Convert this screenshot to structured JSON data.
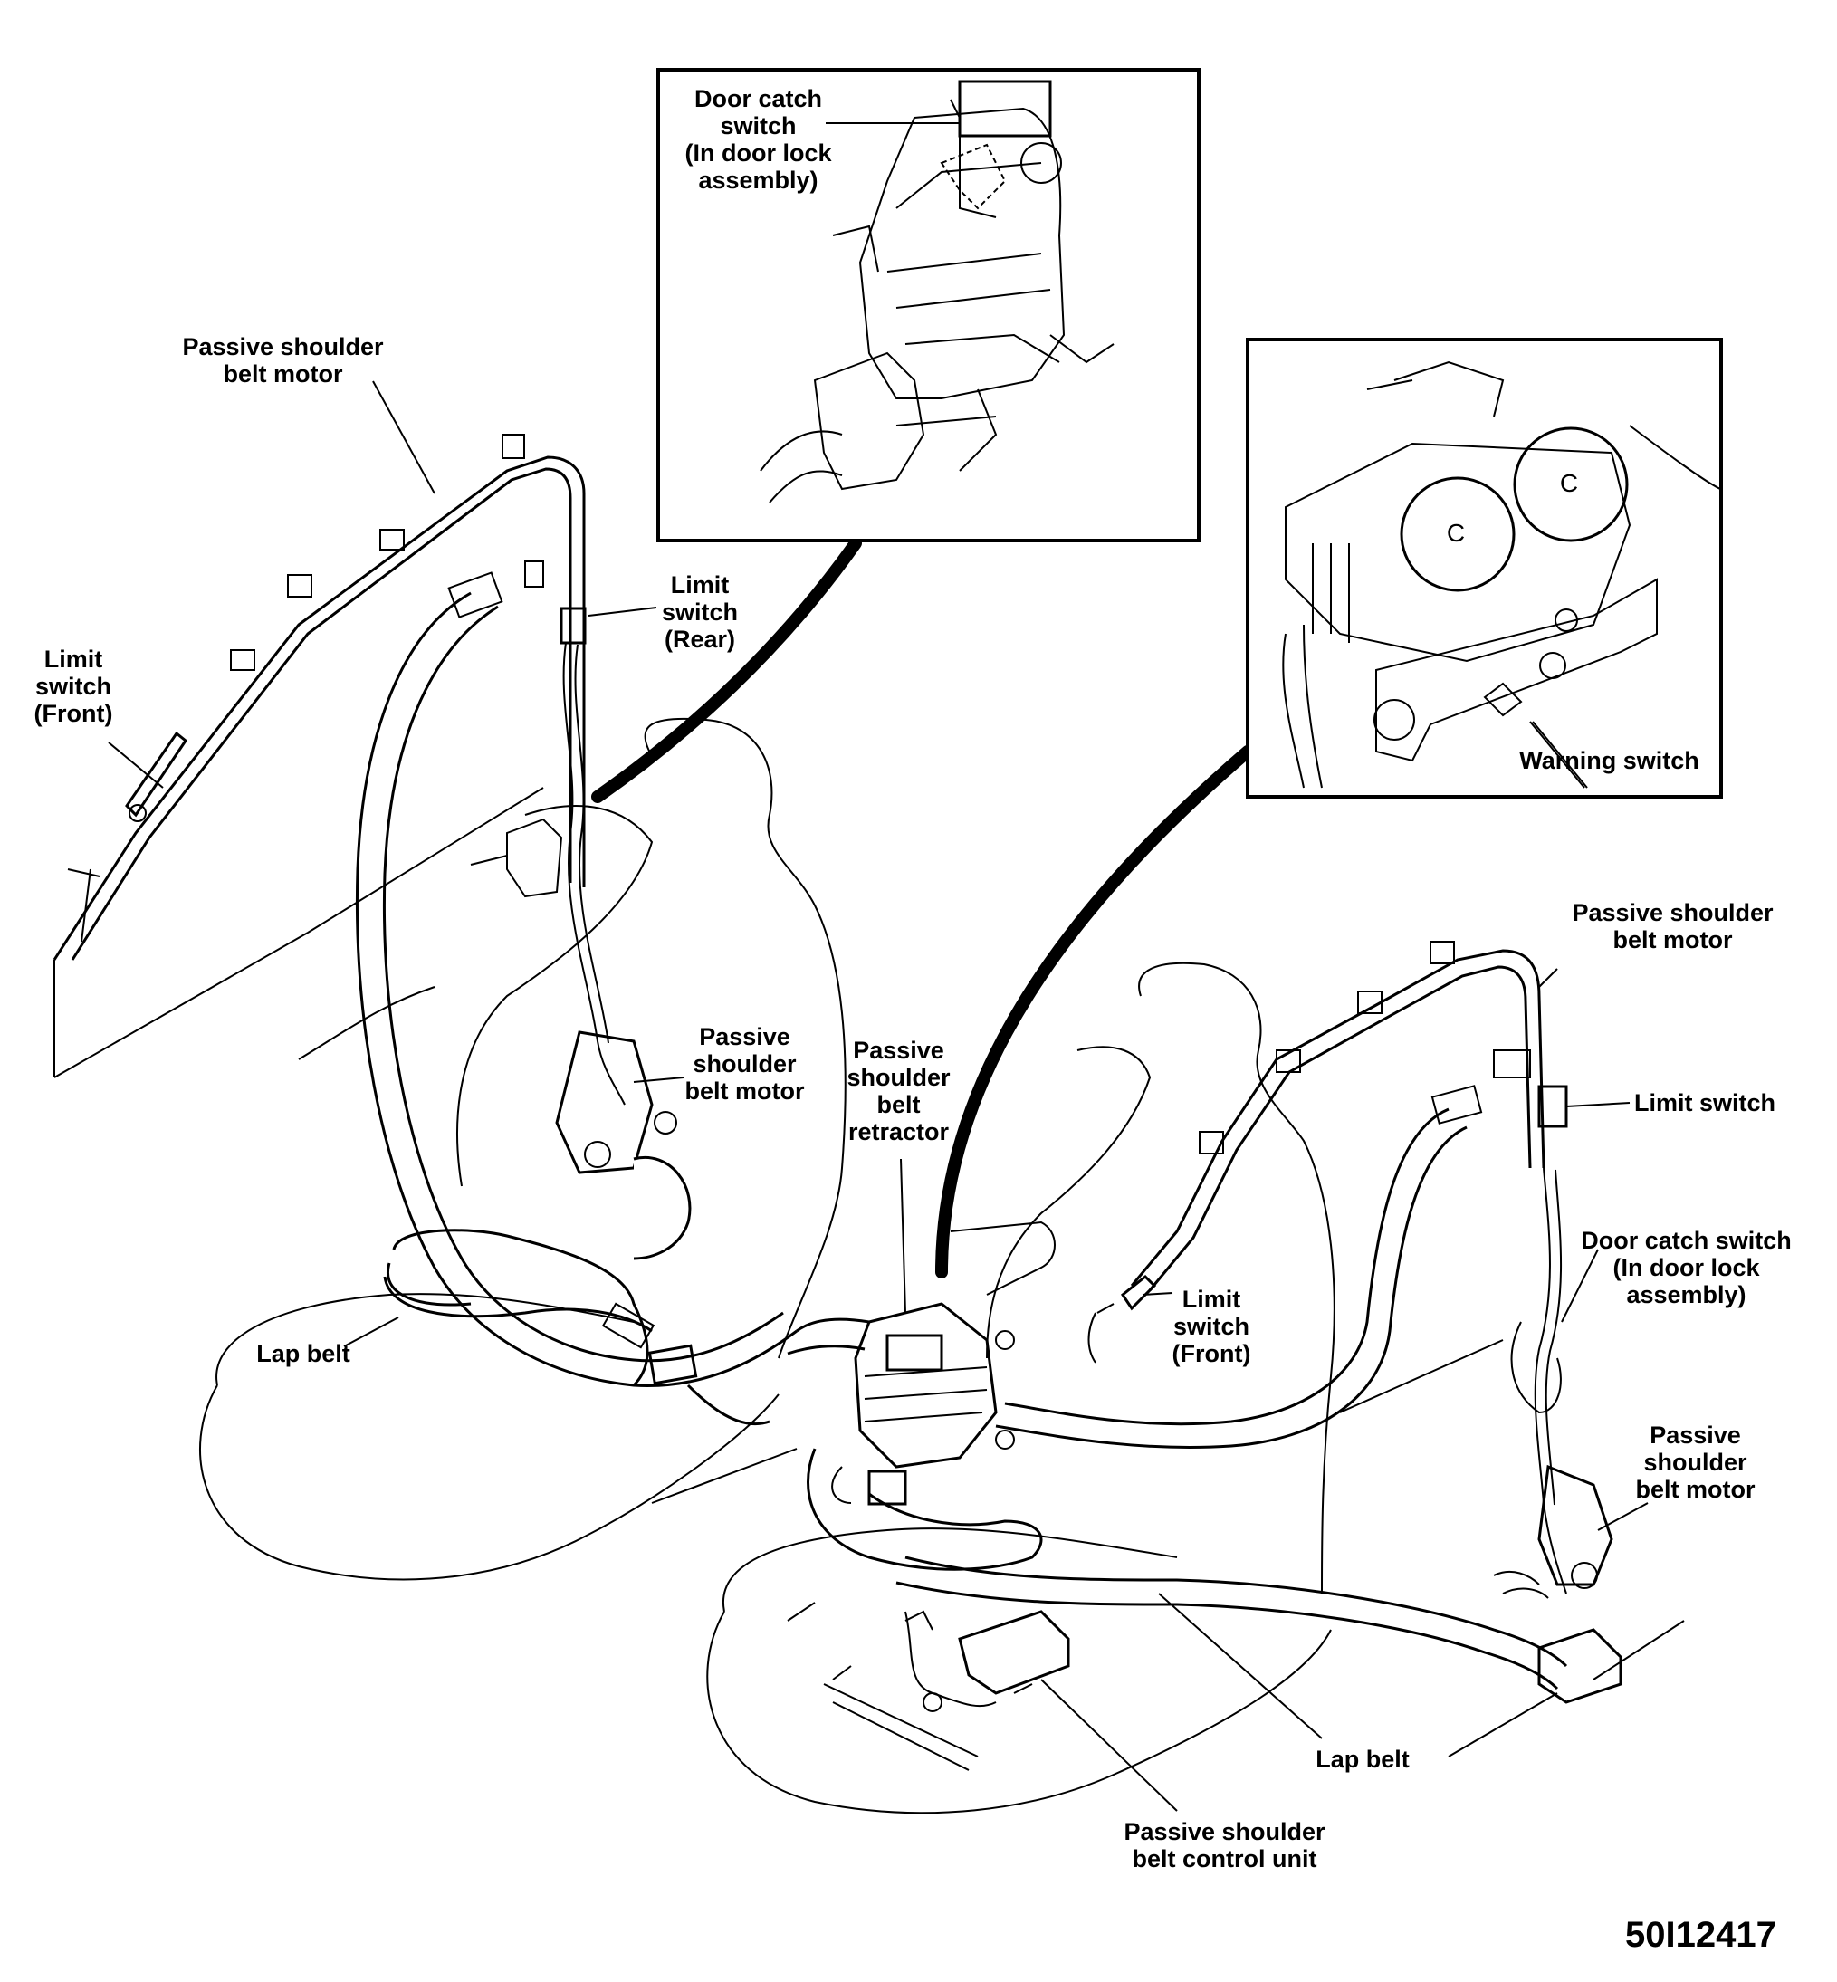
{
  "labels": {
    "door_catch_switch_inset": [
      "Door catch",
      "switch",
      "(In door lock",
      "assembly)"
    ],
    "motor_top_left": [
      "Passive shoulder",
      "belt motor"
    ],
    "limit_switch_rear": [
      "Limit",
      "switch",
      "(Rear)"
    ],
    "limit_switch_front_left": [
      "Limit",
      "switch",
      "(Front)"
    ],
    "warning_switch": [
      "Warning switch"
    ],
    "motor_right_top": [
      "Passive shoulder",
      "belt motor"
    ],
    "motor_left_center": [
      "Passive",
      "shoulder",
      "belt motor"
    ],
    "retractor": [
      "Passive",
      "shoulder",
      "belt",
      "retractor"
    ],
    "limit_switch_right": [
      "Limit switch"
    ],
    "door_catch_switch_right": [
      "Door catch switch",
      "(In door lock",
      "assembly)"
    ],
    "lap_belt_left": [
      "Lap belt"
    ],
    "limit_switch_front_center": [
      "Limit",
      "switch",
      "(Front)"
    ],
    "motor_right_lower": [
      "Passive",
      "shoulder",
      "belt motor"
    ],
    "lap_belt_right": [
      "Lap belt"
    ],
    "control_unit": [
      "Passive shoulder",
      "belt control unit"
    ]
  },
  "figure_id": "50I12417"
}
